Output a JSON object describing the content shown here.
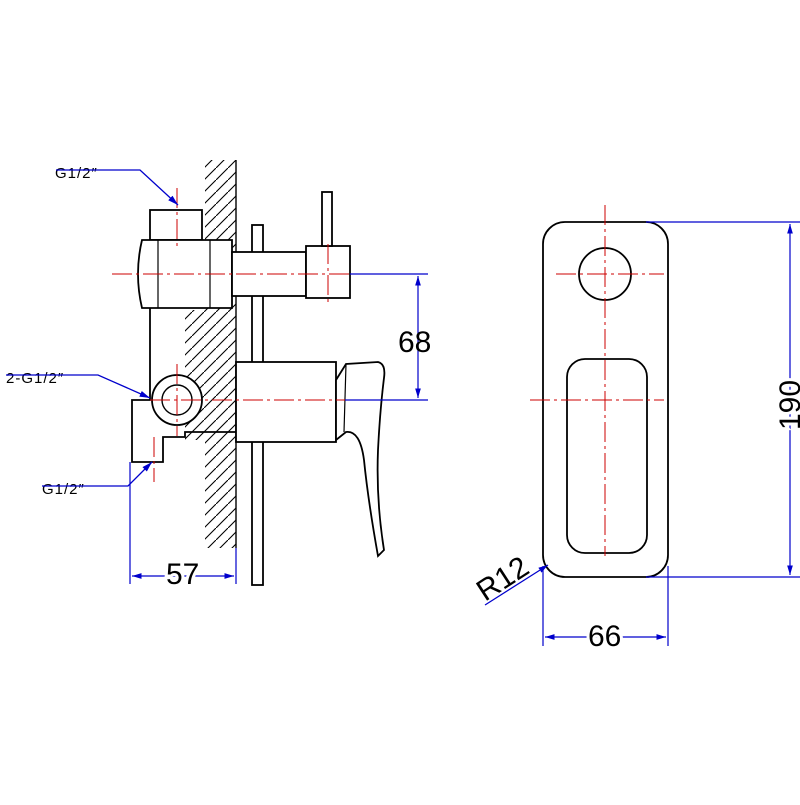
{
  "colors": {
    "outline": "#000000",
    "dimension": "#0000cc",
    "centerline": "#cc0000",
    "background": "#ffffff"
  },
  "side_view": {
    "callouts": {
      "top_inlet": "G1/2″",
      "outlet": "2-G1/2″",
      "bottom_inlet": "G1/2″"
    },
    "dimensions": {
      "spacing": "68",
      "depth": "57"
    }
  },
  "front_view": {
    "dimensions": {
      "height": "190",
      "width": "66",
      "radius": "R12"
    }
  }
}
